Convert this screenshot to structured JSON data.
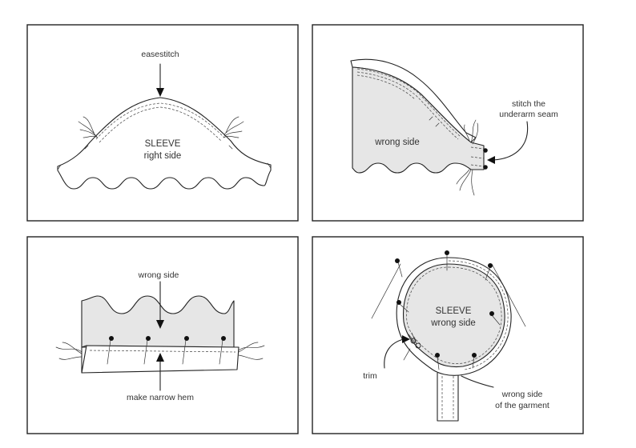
{
  "panels": [
    {
      "id": "panel-1",
      "labels": {
        "easestitch": "easestitch",
        "title": "SLEEVE",
        "subtitle": "right side"
      }
    },
    {
      "id": "panel-2",
      "labels": {
        "wrong_side": "wrong side",
        "callout_line1": "stitch the",
        "callout_line2": "underarm seam"
      }
    },
    {
      "id": "panel-3",
      "labels": {
        "wrong_side": "wrong side",
        "hem": "make narrow hem"
      }
    },
    {
      "id": "panel-4",
      "labels": {
        "title": "SLEEVE",
        "subtitle": "wrong side",
        "trim": "trim",
        "garment_line1": "wrong side",
        "garment_line2": "of the garment"
      }
    }
  ],
  "colors": {
    "fabric_fill": "#e6e6e6",
    "ink": "#222222"
  }
}
